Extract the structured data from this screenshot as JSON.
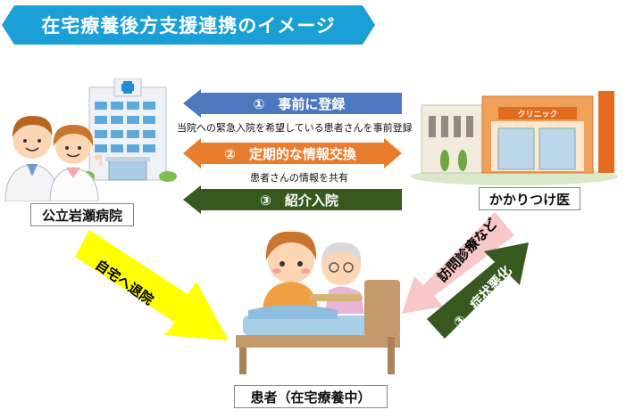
{
  "title": "在宅療養後方支援連携のイメージ",
  "arrows": {
    "registration": {
      "label": "①　事前に登録",
      "caption": "当院への緊急入院を希望している患者さんを事前登録",
      "color": "#4d78bf"
    },
    "exchange": {
      "label": "②　定期的な情報交換",
      "caption": "患者さんの情報を共有",
      "color": "#ea7c2e"
    },
    "admission": {
      "label": "③　紹介入院",
      "color": "#37591f"
    }
  },
  "hospital": {
    "name": "公立岩瀬病院"
  },
  "clinic": {
    "name": "かかりつけ医",
    "sign": "クリニック"
  },
  "patient": {
    "name": "患者（在宅療養中）"
  },
  "diagonals": {
    "discharge": {
      "label": "自宅へ退院",
      "color": "#ffff00"
    },
    "home_visit": {
      "label": "訪問診療など",
      "color": "#f8c7c7"
    },
    "worsening": {
      "label": "③　症状悪化",
      "color": "#37591f"
    }
  },
  "colors": {
    "title_banner": "#1aa0d6"
  },
  "icons": [
    "hospital-building-icon",
    "doctor-icon",
    "nurse-icon",
    "clinic-building-icon",
    "patient-bed-icon"
  ]
}
